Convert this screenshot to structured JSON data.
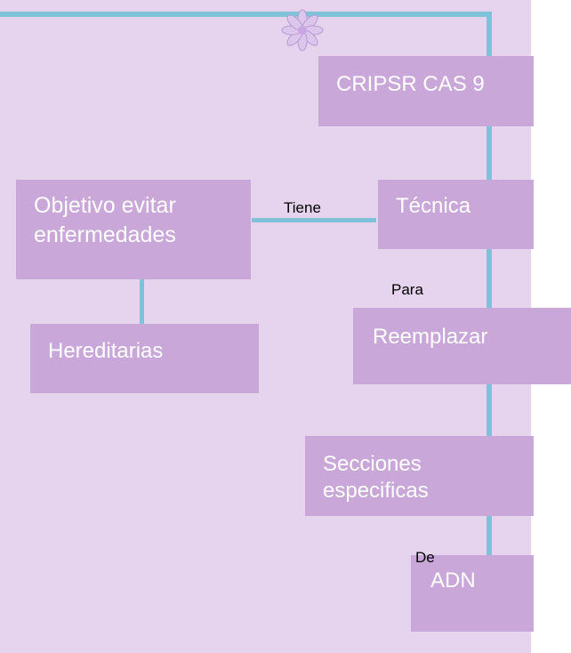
{
  "nodes": {
    "cripsr": "CRIPSR CAS 9",
    "tecnica": "Técnica",
    "objetivo": "Objetivo evitar enfermedades",
    "hereditarias": "Hereditarias",
    "reemplazar": "Reemplazar",
    "secciones": "Secciones especificas",
    "adn": "ADN"
  },
  "edge_labels": {
    "tiene": "Tiene",
    "para": "Para",
    "de": "De"
  },
  "colors": {
    "background": "#e6d3ee",
    "node_fill": "#c9a8d9",
    "connector": "#7ec3da",
    "node_text": "#ffffff"
  },
  "decoration": {
    "icon": "flower-icon"
  }
}
